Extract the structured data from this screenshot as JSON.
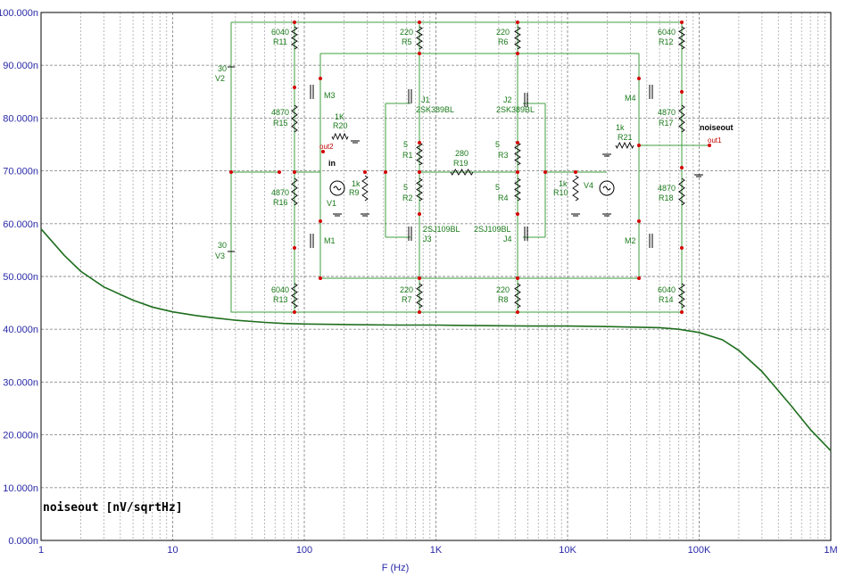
{
  "chart_data": {
    "type": "line",
    "title": "",
    "xlabel": "F (Hz)",
    "ylabel": "",
    "x_scale": "log",
    "xlim": [
      1,
      1000000
    ],
    "ylim": [
      0,
      100
    ],
    "x_ticks": [
      "1",
      "10",
      "100",
      "1K",
      "10K",
      "100K",
      "1M"
    ],
    "y_ticks": [
      "0.000n",
      "10.000n",
      "20.000n",
      "30.000n",
      "40.000n",
      "50.000n",
      "60.000n",
      "70.000n",
      "80.000n",
      "90.000n",
      "100.000n"
    ],
    "grid": true,
    "series": [
      {
        "name": "noiseout [nV/sqrtHz]",
        "color": "#1f6e1f",
        "x": [
          1,
          1.5,
          2,
          3,
          5,
          7,
          10,
          15,
          20,
          30,
          50,
          70,
          100,
          200,
          500,
          1000,
          2000,
          5000,
          10000,
          20000,
          50000,
          70000,
          100000,
          150000,
          200000,
          300000,
          500000,
          700000,
          1000000
        ],
        "y": [
          59,
          54,
          51,
          48,
          45.5,
          44.2,
          43.3,
          42.6,
          42.2,
          41.7,
          41.3,
          41.1,
          41,
          40.9,
          40.8,
          40.8,
          40.7,
          40.6,
          40.6,
          40.5,
          40.3,
          40,
          39.4,
          38,
          36,
          32,
          25.5,
          21,
          17
        ]
      }
    ]
  },
  "schematic": {
    "labels": {
      "r11_val": "6040",
      "r11": "R11",
      "r15_val": "4870",
      "r15": "R15",
      "r16_val": "4870",
      "r16": "R16",
      "r13_val": "6040",
      "r13": "R13",
      "v2_val": "30",
      "v2": "V2",
      "v3_val": "30",
      "v3": "V3",
      "m3": "M3",
      "m1": "M1",
      "r20_val": "1K",
      "r20": "R20",
      "out2": "out2",
      "in": "in",
      "v1": "V1",
      "r9_val": "1k",
      "r9": "R9",
      "r5_val": "220",
      "r5": "R5",
      "j1": "J1",
      "j1_part": "2SK389BL",
      "r1_val": "5",
      "r1": "R1",
      "r2_val": "5",
      "r2": "R2",
      "j3": "J3",
      "j3_part": "2SJ109BL",
      "r7_val": "220",
      "r7": "R7",
      "r19_val": "280",
      "r19": "R19",
      "r6_val": "220",
      "r6": "R6",
      "j2": "J2",
      "j2_part": "2SK389BL",
      "r3_val": "5",
      "r3": "R3",
      "r4_val": "5",
      "r4": "R4",
      "j4": "J4",
      "j4_part": "2SJ109BL",
      "r8_val": "220",
      "r8": "R8",
      "r10_val": "1k",
      "r10": "R10",
      "v4": "V4",
      "r21_val": "1k",
      "r21": "R21",
      "m4": "M4",
      "m2": "M2",
      "r12_val": "6040",
      "r12": "R12",
      "r17_val": "4870",
      "r17": "R17",
      "r18_val": "4870",
      "r18": "R18",
      "r14_val": "6040",
      "r14": "R14",
      "noiseout": "noiseout",
      "out1": "out1"
    }
  }
}
